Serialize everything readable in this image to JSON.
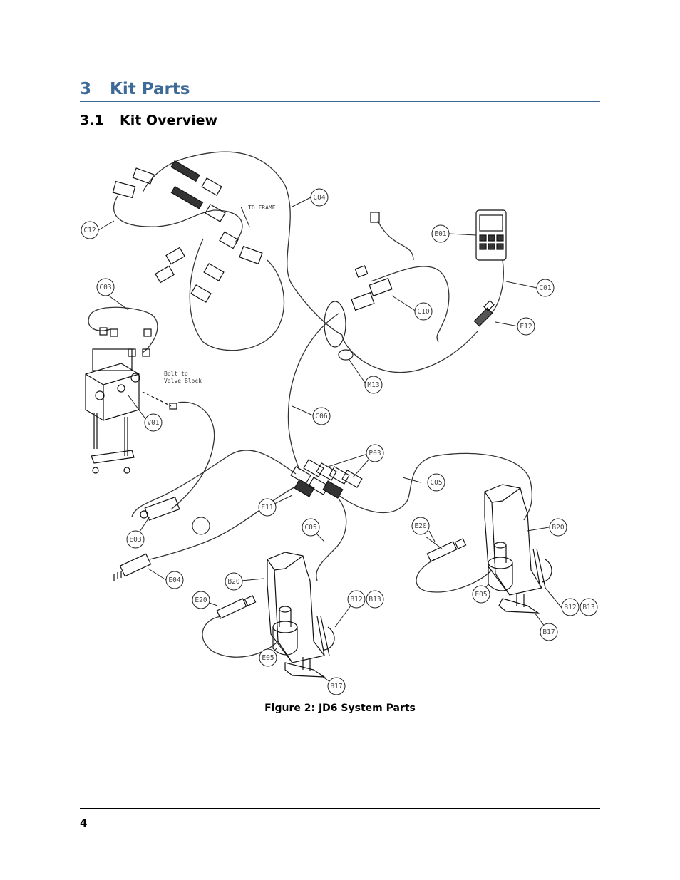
{
  "section": {
    "number": "3",
    "title": "Kit Parts"
  },
  "subsection": {
    "number": "3.1",
    "title": "Kit Overview"
  },
  "figure": {
    "caption": "Figure 2: JD6 System Parts",
    "notes": {
      "to_frame": "TO FRAME",
      "bolt_line1": "Bolt to",
      "bolt_line2": "Valve Block"
    },
    "callouts": [
      "C04",
      "C12",
      "E01",
      "C01",
      "C03",
      "C10",
      "E12",
      "M13",
      "V01",
      "C06",
      "P03",
      "C05",
      "E11",
      "E03",
      "C05",
      "E20",
      "B20",
      "E04",
      "B20",
      "E20",
      "B12",
      "B13",
      "E05",
      "B12",
      "B13",
      "B17",
      "E05",
      "B17"
    ]
  },
  "footer": {
    "page_number": "4"
  }
}
